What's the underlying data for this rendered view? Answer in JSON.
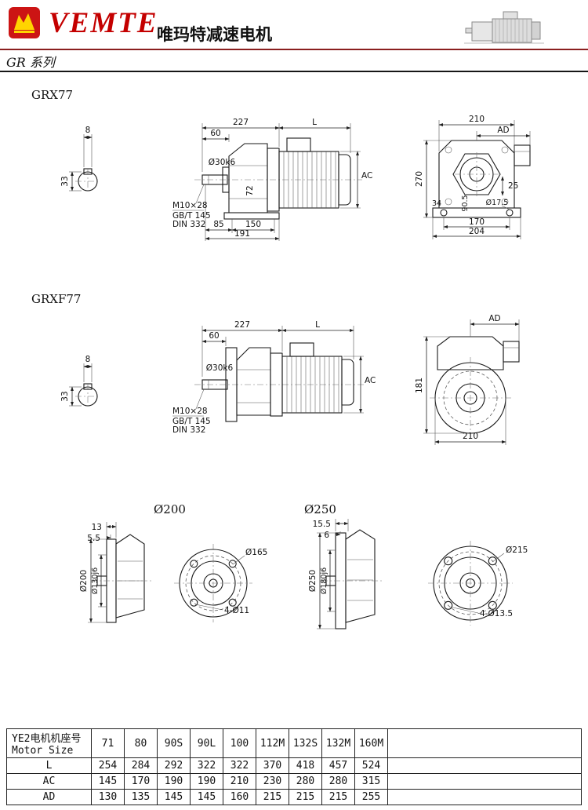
{
  "header": {
    "brand": "VEMTE",
    "brand_cn": "唯玛特减速电机",
    "series": "GR 系列",
    "accent_red": "#c40000",
    "logo_red": "#cc1414",
    "logo_yellow": "#ffd400",
    "rule_dark_red": "#8a1f1f"
  },
  "drawings": {
    "grx77": {
      "title": "GRX77",
      "dims": {
        "len227": "227",
        "lenL": "L",
        "len60": "60",
        "shaft": "Ø30k6",
        "key8": "8",
        "key33": "33",
        "h72": "72",
        "ac": "AC",
        "thread": "M10×28",
        "std1": "GB/T 145",
        "std2": "DIN 332",
        "b85": "85",
        "b150": "150",
        "b191": "191",
        "w210": "210",
        "ad": "AD",
        "h270": "270",
        "s25": "25",
        "h905": "90.5",
        "s34": "34",
        "hole175": "Ø17.5",
        "f170": "170",
        "f204": "204"
      }
    },
    "grxf77": {
      "title": "GRXF77",
      "dims": {
        "len227": "227",
        "lenL": "L",
        "len60": "60",
        "shaft": "Ø30k6",
        "key8": "8",
        "key33": "33",
        "ac": "AC",
        "thread": "M10×28",
        "std1": "GB/T 145",
        "std2": "DIN 332",
        "h181": "181",
        "w210": "210",
        "ad": "AD"
      }
    },
    "flange200": {
      "title": "Ø200",
      "dims": {
        "t13": "13",
        "t55": "5.5",
        "outer": "Ø200",
        "spigot": "Ø130j6",
        "bolt_circle": "Ø165",
        "holes": "4-Ø11"
      }
    },
    "flange250": {
      "title": "Ø250",
      "dims": {
        "t155": "15.5",
        "t6": "6",
        "outer": "Ø250",
        "spigot": "Ø180j6",
        "bolt_circle": "Ø215",
        "holes": "4-Ø13.5"
      }
    }
  },
  "table": {
    "label_cn": "YE2电机机座号",
    "label_en": "Motor Size",
    "sizes": [
      "71",
      "80",
      "90S",
      "90L",
      "100",
      "112M",
      "132S",
      "132M",
      "160M"
    ],
    "rows": [
      {
        "label": "L",
        "values": [
          "254",
          "284",
          "292",
          "322",
          "322",
          "370",
          "418",
          "457",
          "524"
        ]
      },
      {
        "label": "AC",
        "values": [
          "145",
          "170",
          "190",
          "190",
          "210",
          "230",
          "280",
          "280",
          "315"
        ]
      },
      {
        "label": "AD",
        "values": [
          "130",
          "135",
          "145",
          "145",
          "160",
          "215",
          "215",
          "215",
          "255"
        ]
      }
    ]
  }
}
